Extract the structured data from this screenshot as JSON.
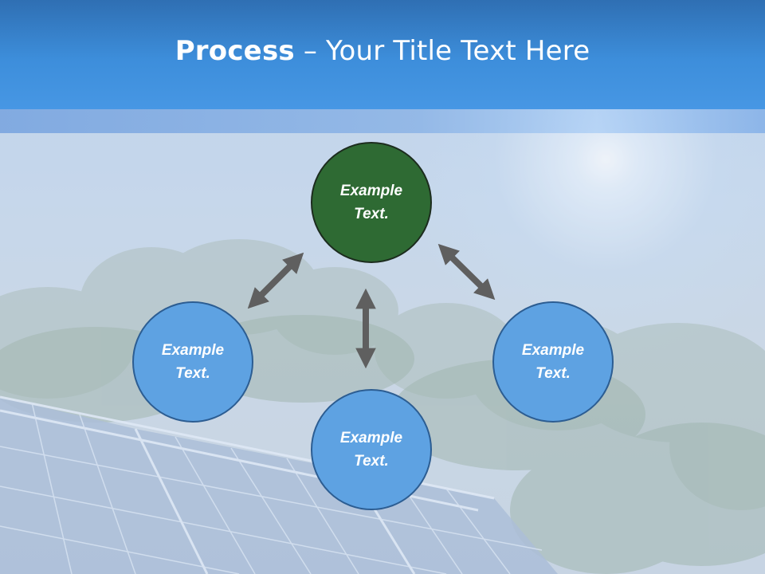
{
  "title": {
    "bold": "Process",
    "rest": " – Your Title Text Here"
  },
  "diagram": {
    "nodes": [
      {
        "id": "top",
        "label": "Example Text.",
        "fill": "#2e6a33"
      },
      {
        "id": "left",
        "label": "Example Text.",
        "fill": "#5ea2e2"
      },
      {
        "id": "bottom",
        "label": "Example Text.",
        "fill": "#5ea2e2"
      },
      {
        "id": "right",
        "label": "Example Text.",
        "fill": "#5ea2e2"
      }
    ],
    "connectors": [
      {
        "from": "left",
        "to": "top",
        "type": "double-arrow"
      },
      {
        "from": "top",
        "to": "bottom",
        "type": "double-arrow"
      },
      {
        "from": "top",
        "to": "right",
        "type": "double-arrow"
      }
    ]
  },
  "colors": {
    "header": "#3d8edb",
    "arrow": "#5f5f5f",
    "node_border": "#2c5d92"
  }
}
